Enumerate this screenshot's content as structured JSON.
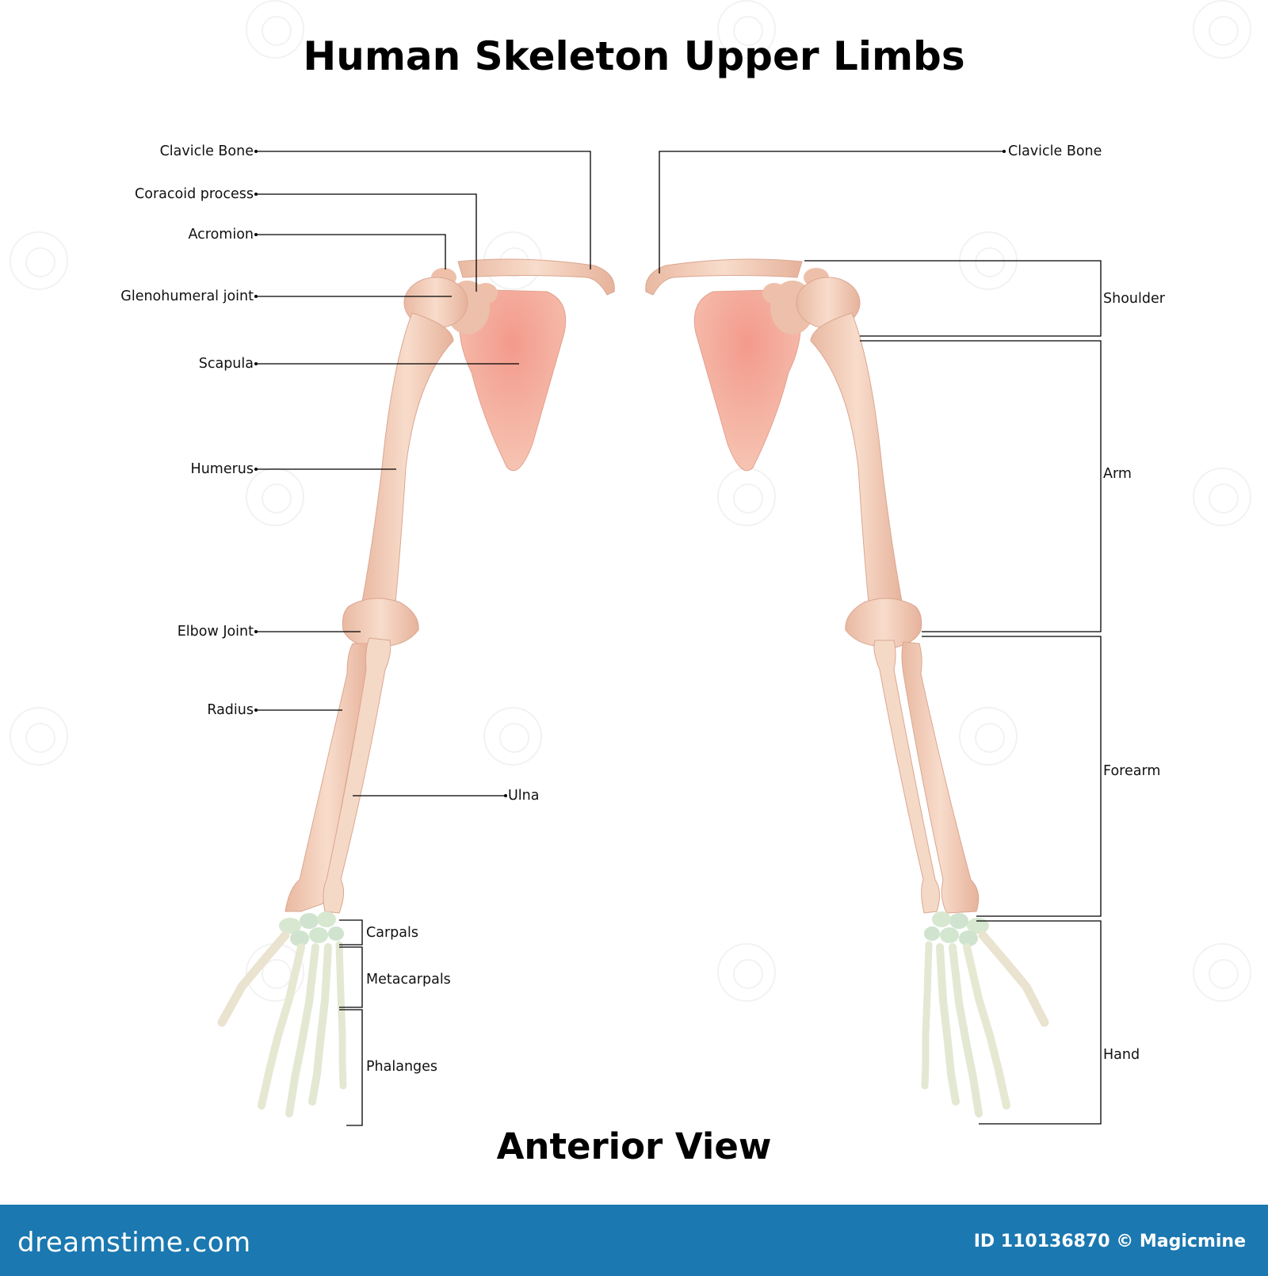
{
  "title": "Human Skeleton Upper Limbs",
  "subtitle": "Anterior View",
  "left_labels": [
    {
      "id": "clavicle",
      "text": "Clavicle Bone"
    },
    {
      "id": "coracoid",
      "text": "Coracoid process"
    },
    {
      "id": "acromion",
      "text": "Acromion"
    },
    {
      "id": "glenohumeral",
      "text": "Glenohumeral joint"
    },
    {
      "id": "scapula",
      "text": "Scapula"
    },
    {
      "id": "humerus",
      "text": "Humerus"
    },
    {
      "id": "elbow",
      "text": "Elbow Joint"
    },
    {
      "id": "radius",
      "text": "Radius"
    },
    {
      "id": "ulna",
      "text": "Ulna"
    },
    {
      "id": "carpals",
      "text": "Carpals"
    },
    {
      "id": "metacarpals",
      "text": "Metacarpals"
    },
    {
      "id": "phalanges",
      "text": "Phalanges"
    }
  ],
  "right_labels": [
    {
      "id": "clavicle-right",
      "text": "Clavicle Bone"
    },
    {
      "id": "shoulder",
      "text": "Shoulder"
    },
    {
      "id": "arm",
      "text": "Arm"
    },
    {
      "id": "forearm",
      "text": "Forearm"
    },
    {
      "id": "hand",
      "text": "Hand"
    }
  ],
  "footer": {
    "brand": "dreamstime.com",
    "id_text": "ID 110136870 © Magicmine"
  },
  "colors": {
    "bone": "#f3d2bd",
    "bone_shade": "#e8b49c",
    "scapula": "#f4a89a",
    "carpal": "#cfe3cf",
    "leader": "#000000",
    "footer_bg": "#1b78b0"
  }
}
